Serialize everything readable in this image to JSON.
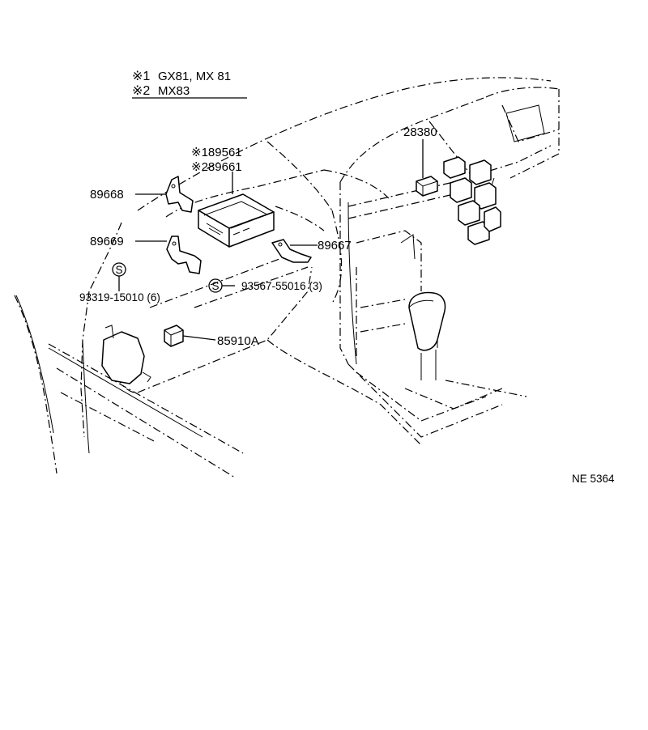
{
  "notes": {
    "note1_mark": "※1",
    "note1_text": "GX81, MX 81",
    "note2_mark": "※2",
    "note2_text": "MX83"
  },
  "parts": {
    "ecu_1": "※189561",
    "ecu_2": "※289661",
    "bracket_upper": "89668",
    "bracket_lower": "89669",
    "bracket_right": "89667",
    "relay": "28380",
    "connector": "85910A"
  },
  "fasteners": {
    "screw_left_symbol": "S",
    "screw_left_part": "93319-15010 (6)",
    "screw_right_symbol": "S",
    "screw_right_part": "93567-55016 (3)"
  },
  "figure_id": "NE 5364"
}
